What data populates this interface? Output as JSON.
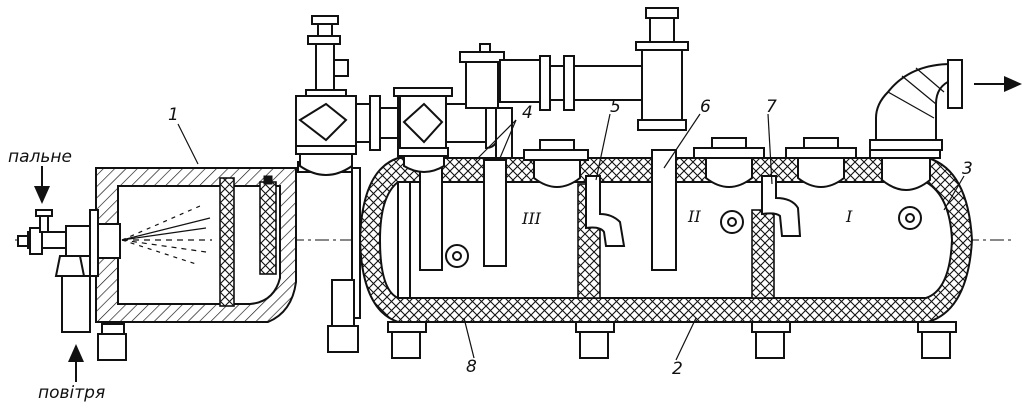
{
  "labels": {
    "fuel": "пальне",
    "air": "повітря"
  },
  "callouts": [
    "1",
    "2",
    "3",
    "4",
    "5",
    "6",
    "7",
    "8"
  ],
  "chambers": [
    "III",
    "II",
    "I"
  ]
}
